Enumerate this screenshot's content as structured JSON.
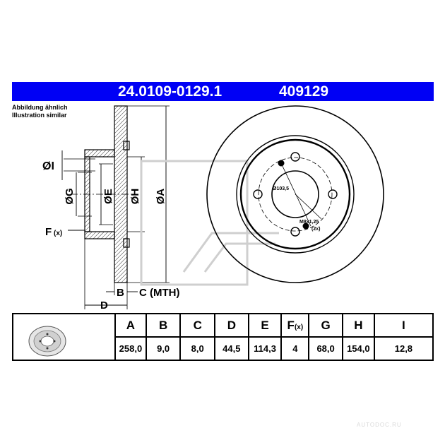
{
  "header": {
    "part_number": "24.0109-0129.1",
    "code": "409129"
  },
  "note": {
    "line1": "Abbildung ähnlich",
    "line2": "Illustration similar"
  },
  "drawing": {
    "labels": {
      "I": "ØI",
      "G": "ØG",
      "E": "ØE",
      "H": "ØH",
      "A": "ØA",
      "F": "F",
      "F_sub": "(x)",
      "B": "B",
      "C": "C (MTH)",
      "D": "D"
    },
    "front": {
      "pcd": "Ø103,5",
      "thread": "M8x1,25",
      "thread_count": "(2x)"
    }
  },
  "spec_table": {
    "headers": [
      "A",
      "B",
      "C",
      "D",
      "E",
      "F",
      "G",
      "H",
      "I"
    ],
    "header_F_sub": "(x)",
    "values": [
      "258,0",
      "9,0",
      "8,0",
      "44,5",
      "114,3",
      "4",
      "68,0",
      "154,0",
      "12,8"
    ]
  },
  "watermark": "AUTODOC.RU"
}
